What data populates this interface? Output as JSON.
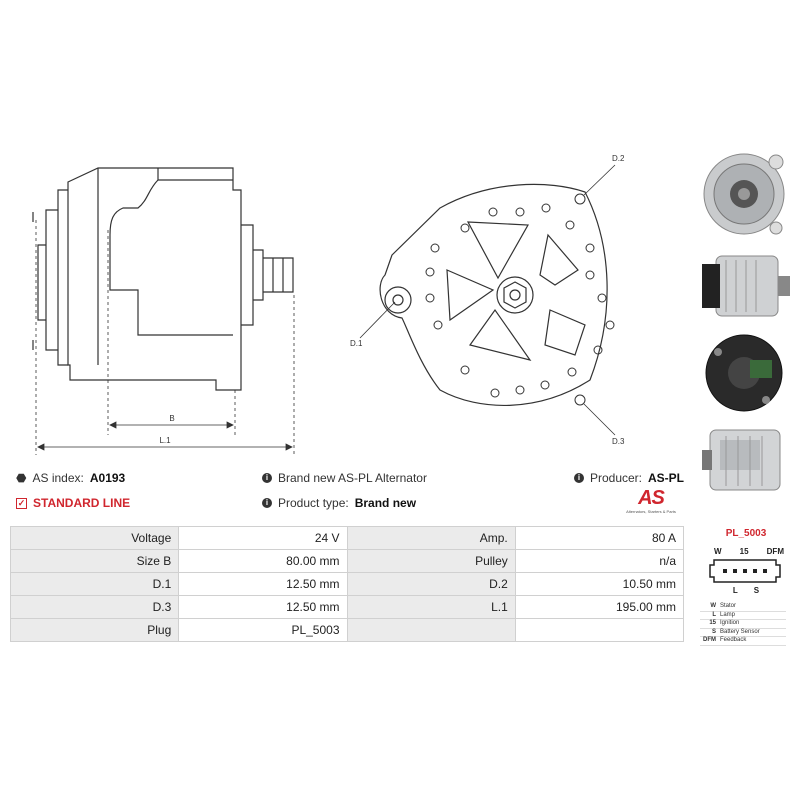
{
  "drawing": {
    "side_labels": {
      "b": "B",
      "l1": "L.1"
    },
    "front_labels": {
      "d1": "D.1",
      "d2": "D.2",
      "d3": "D.3"
    }
  },
  "photos": [
    "front-view-photo",
    "side-view-photo",
    "rear-view-photo",
    "connector-side-photo"
  ],
  "info": {
    "as_index_label": "AS index:",
    "as_index_value": "A0193",
    "standard_line": "STANDARD LINE",
    "description": "Brand new AS-PL Alternator",
    "product_type_label": "Product type:",
    "product_type_value": "Brand new",
    "producer_label": "Producer:",
    "producer_value": "AS-PL"
  },
  "logo": {
    "text": "AS",
    "tagline": "Alternators, Starters & Parts"
  },
  "specs": [
    {
      "l1": "Voltage",
      "v1": "24 V",
      "l2": "Amp.",
      "v2": "80 A"
    },
    {
      "l1": "Size B",
      "v1": "80.00 mm",
      "l2": "Pulley",
      "v2": "n/a"
    },
    {
      "l1": "D.1",
      "v1": "12.50 mm",
      "l2": "D.2",
      "v2": "10.50 mm"
    },
    {
      "l1": "D.3",
      "v1": "12.50 mm",
      "l2": "L.1",
      "v2": "195.00 mm"
    },
    {
      "l1": "Plug",
      "v1": "PL_5003",
      "l2": "",
      "v2": ""
    }
  ],
  "plug": {
    "title": "PL_5003",
    "top_pins": [
      "W",
      "15",
      "DFM"
    ],
    "bottom_pins": [
      "L",
      "S"
    ],
    "legend": [
      {
        "code": "W",
        "desc": "Stator"
      },
      {
        "code": "L",
        "desc": "Lamp"
      },
      {
        "code": "15",
        "desc": "Ignition"
      },
      {
        "code": "S",
        "desc": "Battery Sensor"
      },
      {
        "code": "DFM",
        "desc": "Feedback"
      }
    ]
  },
  "colors": {
    "accent": "#d0262e",
    "label_bg": "#ebebeb",
    "line": "#333333"
  }
}
